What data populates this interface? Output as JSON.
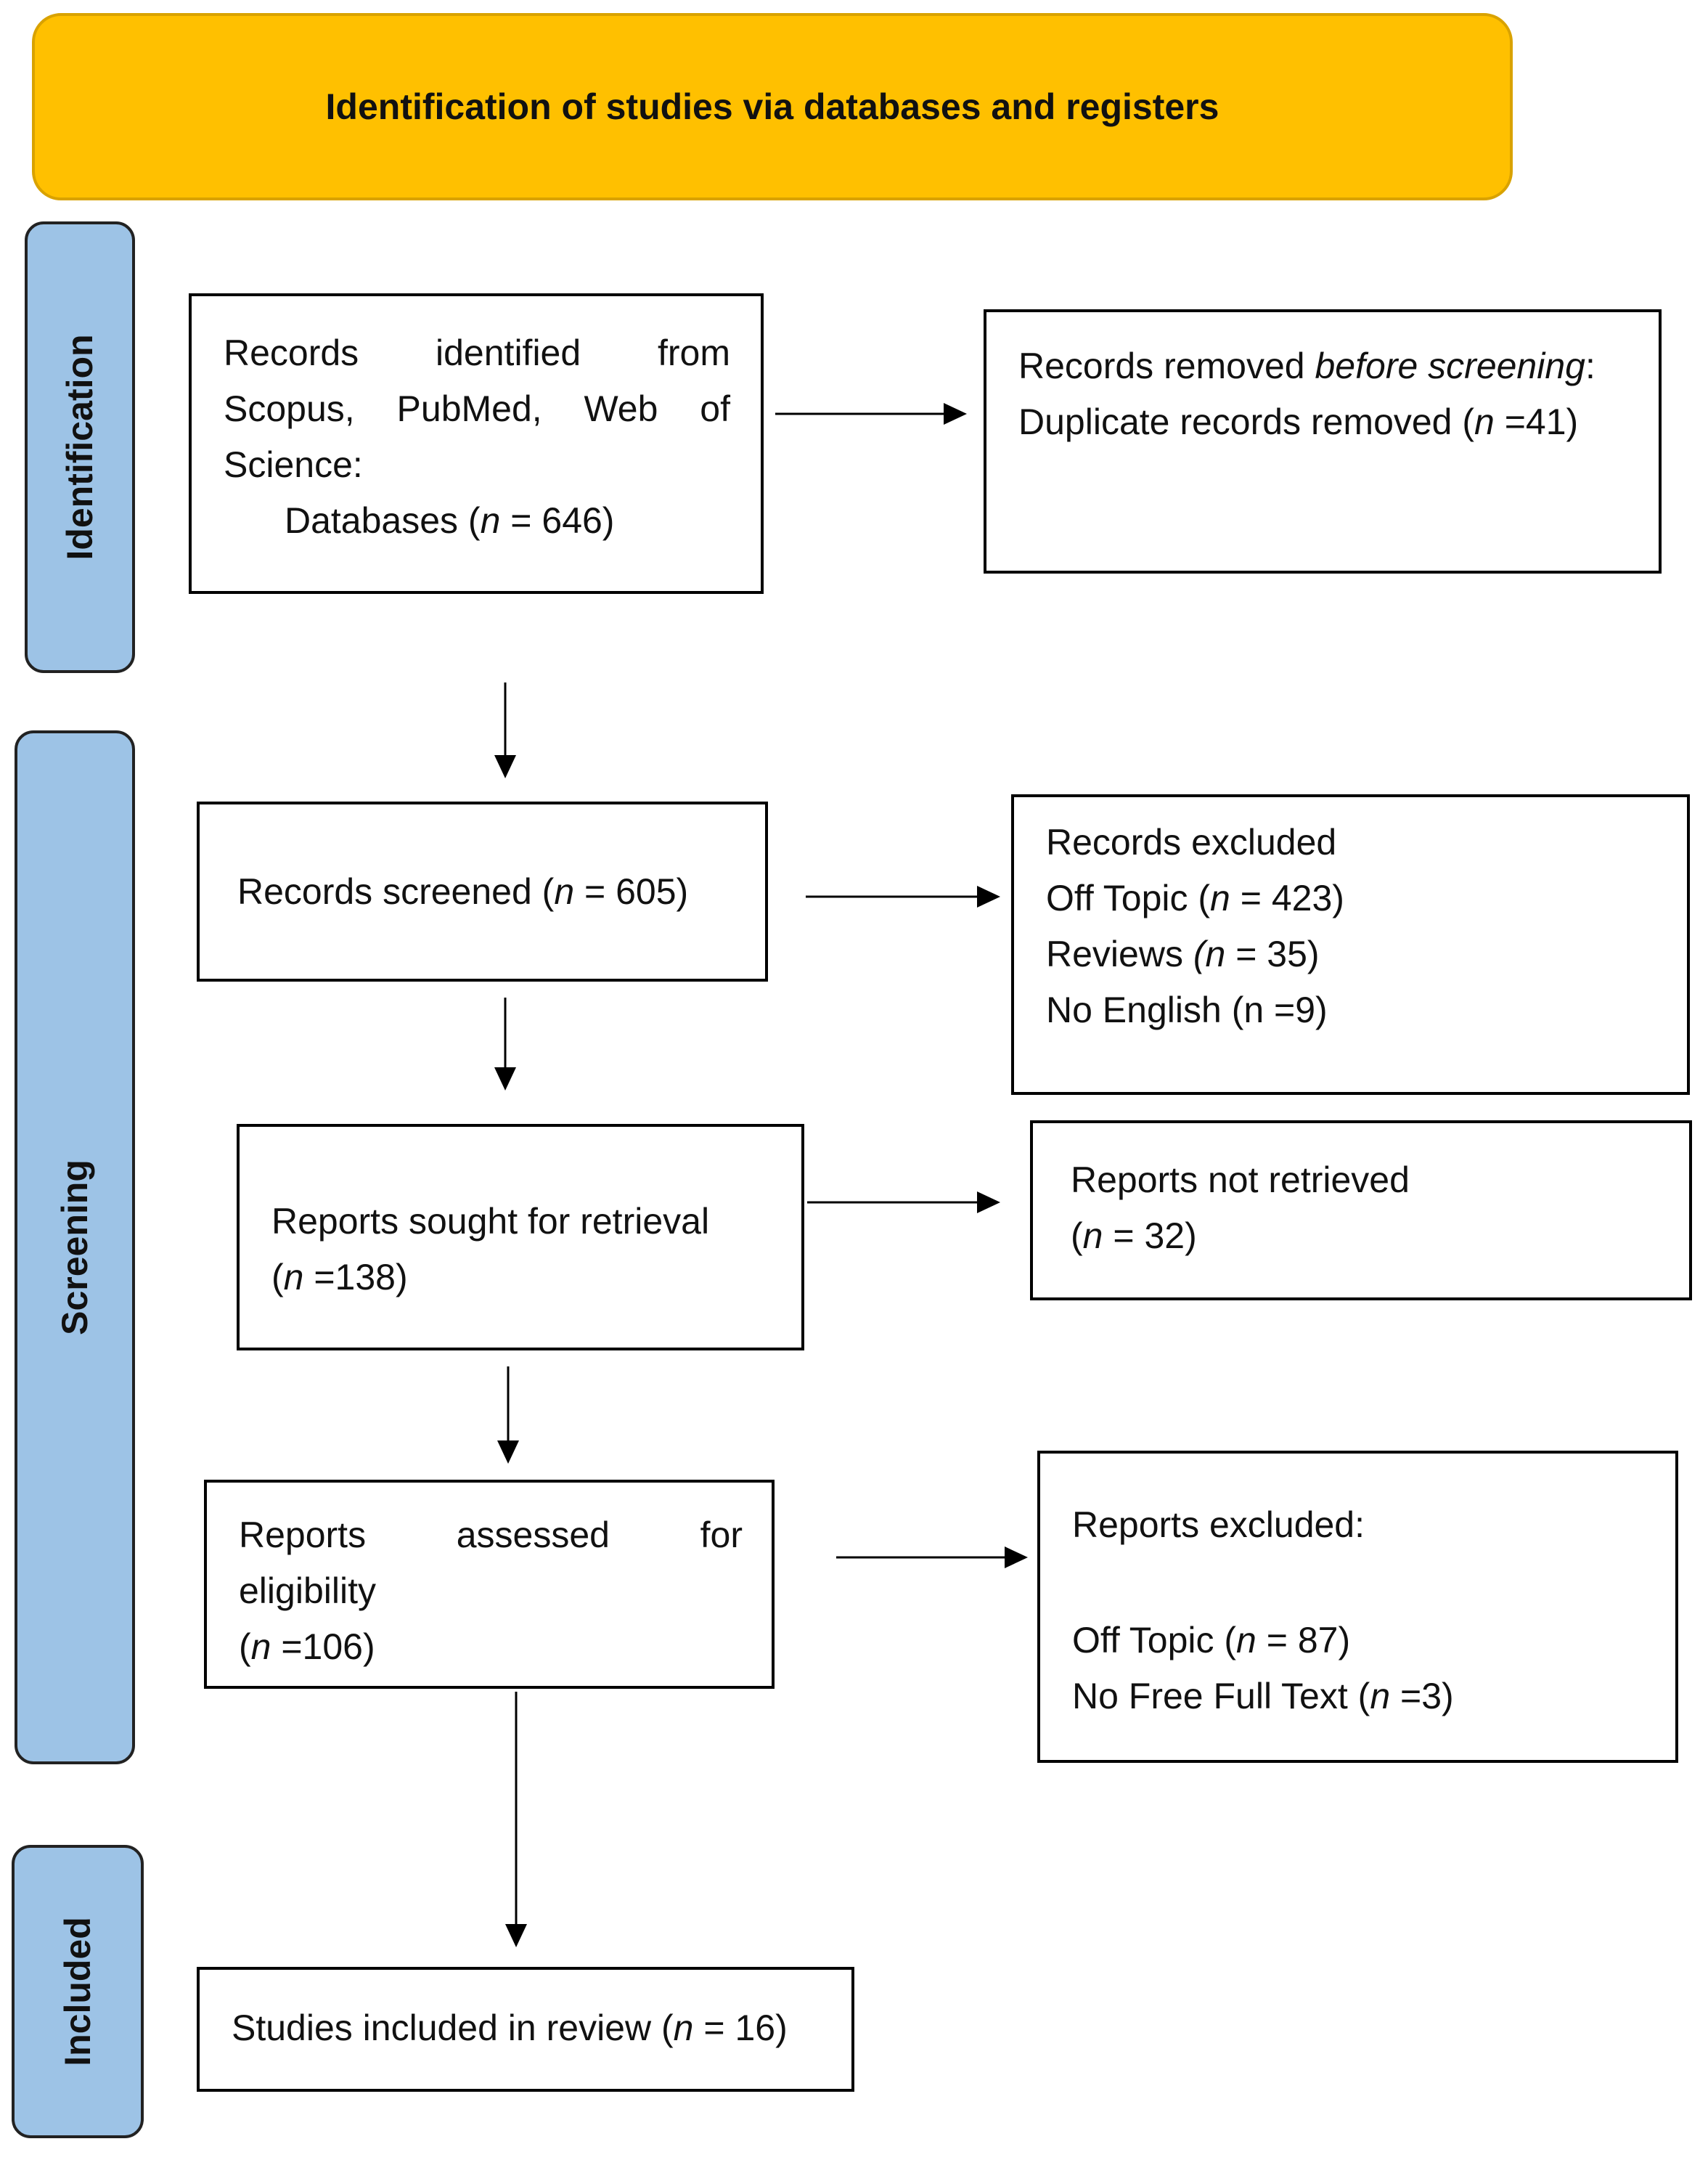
{
  "header": {
    "title": "Identification of studies via databases and registers"
  },
  "stages": {
    "identification": "Identification",
    "screening": "Screening",
    "included": "Included"
  },
  "boxes": {
    "identified": {
      "l1": [
        "Records",
        "identified",
        "from"
      ],
      "l2": [
        "Scopus,",
        "PubMed,",
        "Web",
        "of"
      ],
      "l3": "Science:",
      "l4_pre": "Databases (",
      "n": "n",
      "l4_post": " = 646)"
    },
    "removed": {
      "l1_pre": "Records removed ",
      "l1_em": "before screening",
      "l1_post": ":",
      "l2_pre": "Duplicate records removed (",
      "n": "n",
      "l2_post": " =41)"
    },
    "screened": {
      "pre": "Records screened (",
      "n": "n",
      "post": " = 605)"
    },
    "excluded": {
      "title": "Records excluded",
      "offtopic_pre": "Off Topic (",
      "offtopic_n": "n",
      "offtopic_post": " = 423)",
      "reviews_pre": "Reviews ",
      "reviews_n": "(n",
      "reviews_post": " = 35)",
      "english": "No English (n =9)"
    },
    "sought": {
      "title": "Reports sought for retrieval",
      "open": "(",
      "n": "n",
      "post": " =138)"
    },
    "not_retrieved": {
      "title": "Reports not retrieved",
      "open": "(",
      "n": "n",
      "post": " = 32)"
    },
    "assessed": {
      "l1": [
        "Reports",
        "assessed",
        "for"
      ],
      "l2": "eligibility",
      "open": "(",
      "n": "n",
      "post": " =106)"
    },
    "reports_excluded": {
      "title": "Reports excluded:",
      "offtopic_pre": "Off Topic (",
      "offtopic_n": "n",
      "offtopic_post": " = 87)",
      "nofree_pre": "No Free Full Text (",
      "nofree_n": "n",
      "nofree_post": " =3)"
    },
    "included": {
      "pre": "Studies included in review (",
      "n": "n",
      "post": " = 16)"
    }
  },
  "colors": {
    "header_fill": "#ffc000",
    "stage_fill": "#9dc3e6",
    "box_border": "#000000"
  }
}
